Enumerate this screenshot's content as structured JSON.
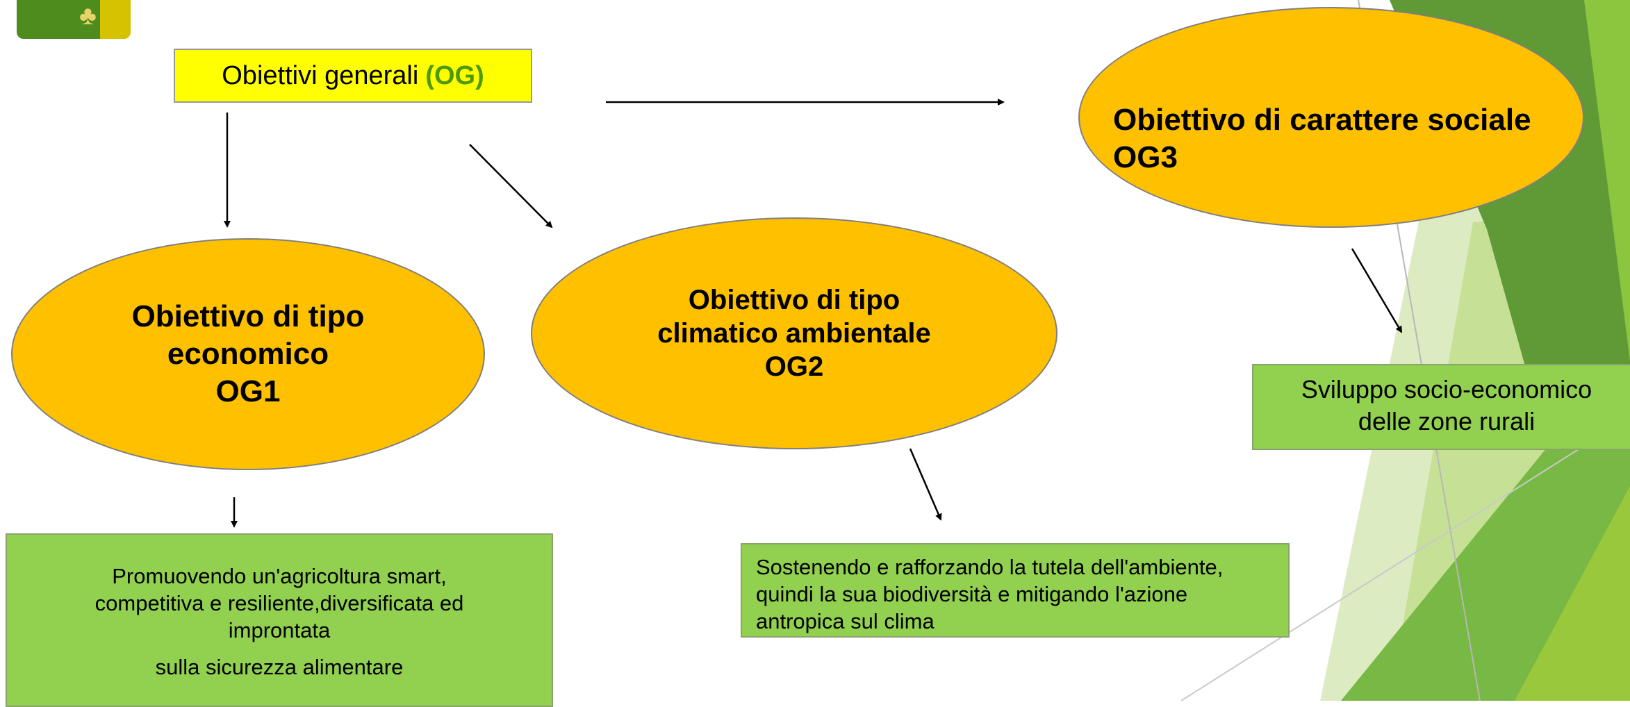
{
  "header": {
    "title_main": "Obiettivi generali",
    "title_code": "(OG)"
  },
  "objectives": {
    "og1": {
      "lines": [
        "Obiettivo di tipo",
        "economico",
        "OG1"
      ]
    },
    "og2": {
      "lines": [
        "Obiettivo di tipo",
        "climatico ambientale",
        "OG2"
      ]
    },
    "og3": {
      "lines": [
        "Obiettivo di carattere sociale",
        "OG3"
      ]
    }
  },
  "outcomes": {
    "og1": {
      "lines": [
        "Promuovendo un'agricoltura smart,",
        "competitiva e resiliente,diversificata ed",
        "improntata"
      ],
      "last_line": "sulla sicurezza alimentare"
    },
    "og2": {
      "lines": [
        "Sostenendo e rafforzando la tutela dell'ambiente,",
        "quindi la sua biodiversità e mitigando l'azione",
        "antropica sul clima"
      ]
    },
    "og3": {
      "lines": [
        "Sviluppo socio-economico",
        "delle zone rurali"
      ]
    }
  },
  "colors": {
    "title_fill": "#ffff00",
    "title_accent": "#4e9a06",
    "ellipse_fill": "#ffc000",
    "outcome_fill": "#92d050"
  }
}
